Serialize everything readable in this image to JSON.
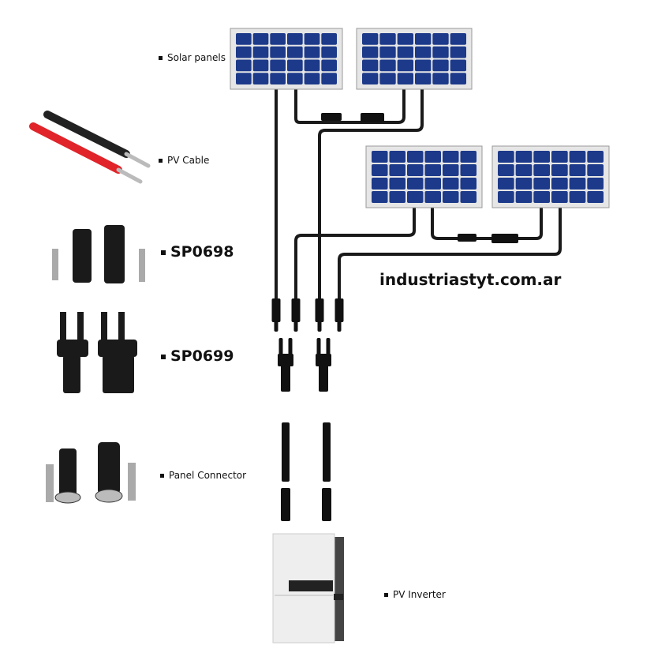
{
  "labels": {
    "solar_panels": "Solar panels",
    "pv_cable": "PV Cable",
    "sp0698": "SP0698",
    "sp0699": "SP0699",
    "panel_connector": "Panel Connector",
    "pv_inverter": "PV Inverter"
  },
  "website": "industriastyt.com.ar",
  "colors": {
    "panel_cell": "#1d3a8a",
    "cable": "#1a1a1a",
    "red_cable": "#e0242a"
  }
}
